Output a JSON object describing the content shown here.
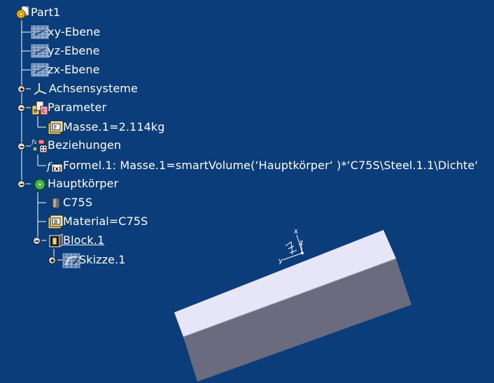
{
  "tree": {
    "root": {
      "label": "Part1",
      "icon": "part-gear-icon"
    },
    "planes": [
      {
        "label": "xy-Ebene",
        "icon": "plane-icon"
      },
      {
        "label": "yz-Ebene",
        "icon": "plane-icon"
      },
      {
        "label": "zx-Ebene",
        "icon": "plane-icon"
      }
    ],
    "axis_systems": {
      "label": "Achsensysteme",
      "icon": "axis-system-icon",
      "toggle": "expand"
    },
    "parameters": {
      "label": "Parameter",
      "icon": "parameters-icon",
      "toggle": "collapse",
      "children": [
        {
          "label": "Masse.1=2.114kg",
          "icon": "parameter-value-icon"
        }
      ]
    },
    "relations": {
      "label": "Beziehungen",
      "icon": "relations-icon",
      "toggle": "collapse",
      "children": [
        {
          "label": "Formel.1: Masse.1=smartVolume(‘Hauptkörper‘ )*‘C75S\\Steel.1.1\\Dichte‘",
          "icon": "formula-fx-icon"
        }
      ]
    },
    "main_body": {
      "label": "Hauptkörper",
      "icon": "body-gear-icon",
      "toggle": "collapse",
      "children": [
        {
          "label": "C75S",
          "icon": "material-icon"
        },
        {
          "label": "Material=C75S",
          "icon": "parameter-value-icon"
        },
        {
          "label": "Block.1",
          "icon": "pad-icon",
          "toggle": "collapse",
          "active": true,
          "children": [
            {
              "label": "Skizze.1",
              "icon": "sketch-icon",
              "toggle": "expand"
            }
          ]
        }
      ]
    }
  },
  "viewport": {
    "axis_labels": {
      "x": "x",
      "y": "y",
      "z": "z"
    },
    "colors": {
      "background": "#0b3d7a",
      "block_top": "#e6e6f8",
      "block_front": "#6b6b80",
      "tree_line": "#ffffff"
    }
  }
}
